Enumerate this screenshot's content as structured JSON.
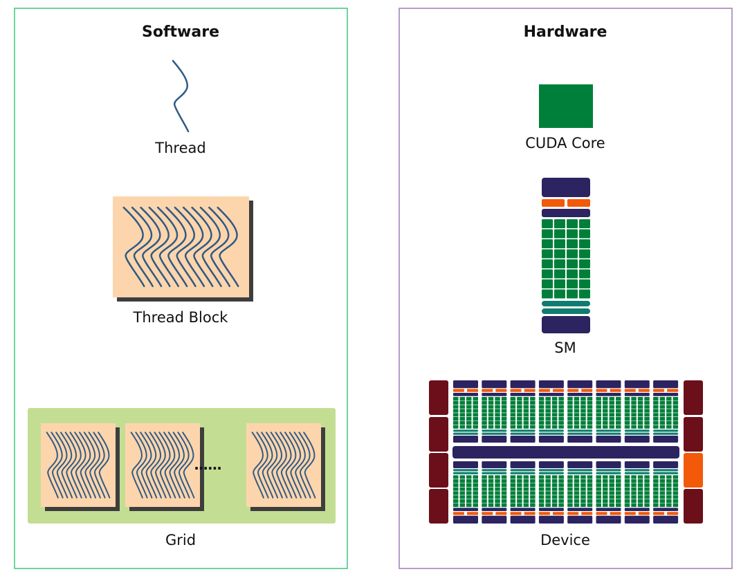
{
  "software": {
    "title": "Software",
    "thread_label": "Thread",
    "block_label": "Thread Block",
    "grid_label": "Grid",
    "ellipsis": "......"
  },
  "hardware": {
    "title": "Hardware",
    "core_label": "CUDA Core",
    "sm_label": "SM",
    "device_label": "Device"
  },
  "colors": {
    "software_border": "#3cc77a",
    "hardware_border": "#9b7bb8",
    "thread": "#2f5a85",
    "block_fill": "#fdd5ac",
    "block_shadow": "#3d3d3d",
    "grid_fill": "#c3de93",
    "core_green": "#007f3a",
    "navy": "#2b2460",
    "orange": "#f25a0a",
    "teal": "#0e7c6e",
    "maroon": "#6b0f1a"
  }
}
